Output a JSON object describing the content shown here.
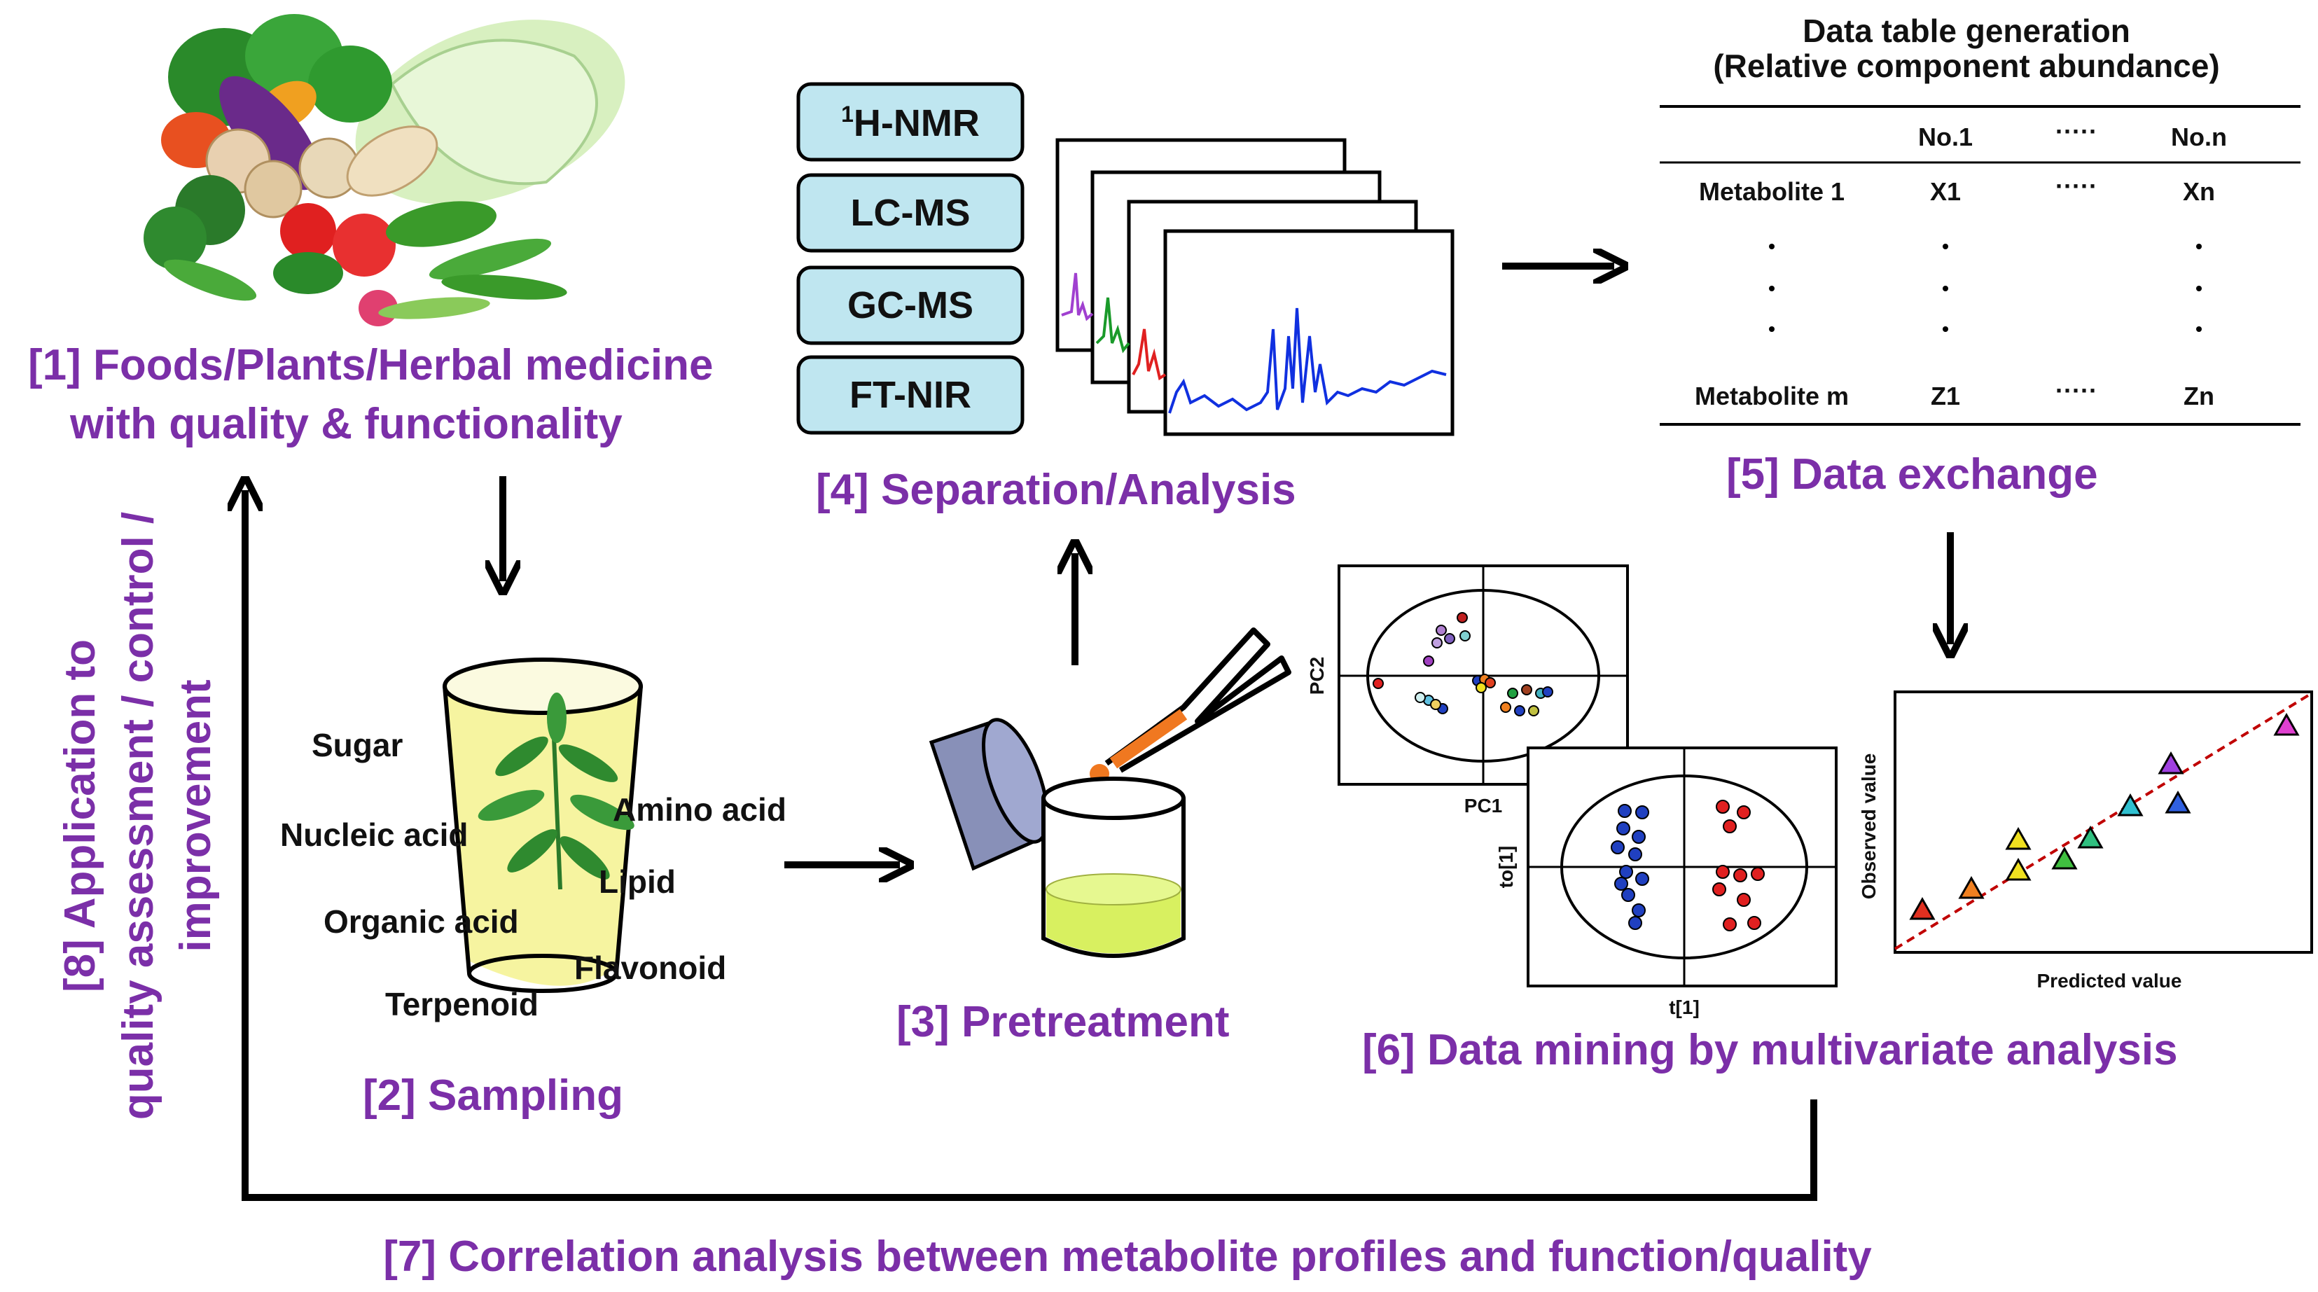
{
  "steps": {
    "s1_line1": "[1] Foods/Plants/Herbal medicine",
    "s1_line2": "with quality & functionality",
    "s2": "[2] Sampling",
    "s3": "[3] Pretreatment",
    "s4": "[4] Separation/Analysis",
    "s5": "[5] Data exchange",
    "s6": "[6] Data mining by multivariate analysis",
    "s7": "[7] Correlation analysis between metabolite profiles and function/quality",
    "s8_line1": "[8] Application to",
    "s8_line2": "quality assessment / control /",
    "s8_line3": "improvement"
  },
  "sampling_components": [
    "Sugar",
    "Nucleic acid",
    "Amino acid",
    "Lipid",
    "Organic acid",
    "Flavonoid",
    "Terpenoid"
  ],
  "instruments": [
    {
      "sup": "1",
      "label": "H-NMR"
    },
    {
      "sup": "",
      "label": "LC-MS"
    },
    {
      "sup": "",
      "label": "GC-MS"
    },
    {
      "sup": "",
      "label": "FT-NIR"
    }
  ],
  "spectrum_colors": [
    "#a040d0",
    "#1a9a2a",
    "#e02020",
    "#1030e0"
  ],
  "data_table": {
    "title_line1": "Data table generation",
    "title_line2": "(Relative component abundance)",
    "headers": [
      "",
      "No.1",
      "·····",
      "No.n"
    ],
    "rows": [
      [
        "Metabolite 1",
        "X1",
        "·····",
        "Xn"
      ],
      [
        "Metabolite m",
        "Z1",
        "·····",
        "Zn"
      ]
    ]
  },
  "pca_plot": {
    "xlabel": "PC1",
    "ylabel": "PC2"
  },
  "opls_plot": {
    "xlabel": "t[1]",
    "ylabel": "to[1]"
  },
  "regression_plot": {
    "xlabel": "Predicted value",
    "ylabel": "Observed value"
  },
  "colors": {
    "step_label": "#7b2fa8",
    "instrument_fill": "#bfe6f0",
    "spectrum_main": "#1030e0",
    "regression_line": "#c00000",
    "glass_liquid": "#f4f080",
    "tube_liquid": "#d8f060",
    "tweezers_tip": "#f07820"
  }
}
